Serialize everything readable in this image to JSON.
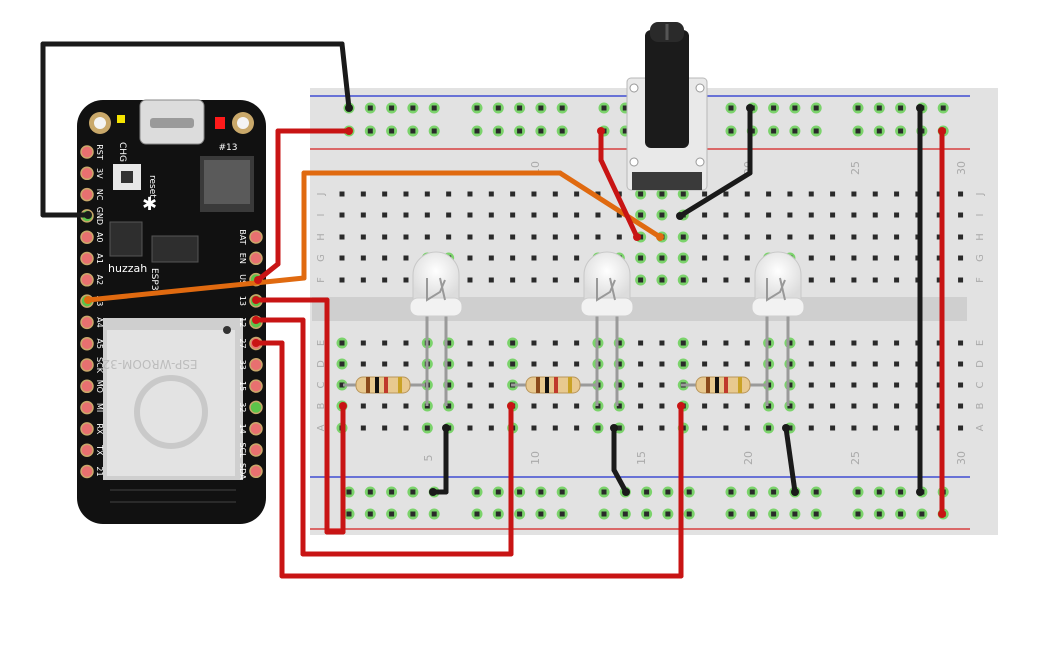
{
  "board": {
    "name": "huzzah",
    "sub": "ESP32",
    "module": "ESP-WROOM-32",
    "chg": "CHG",
    "reset": "reset",
    "led13": "#13",
    "left_pins": [
      "RST",
      "3V",
      "NC",
      "GND",
      "A0",
      "A1",
      "A2",
      "A3",
      "A4",
      "A5",
      "SCK",
      "MO",
      "MI",
      "RX",
      "TX",
      "21"
    ],
    "right_pins": [
      "BAT",
      "EN",
      "US",
      "13",
      "12",
      "27",
      "33",
      "15",
      "32",
      "14",
      "SCL",
      "SDA"
    ]
  },
  "breadboard": {
    "col_numbers": [
      "5",
      "10",
      "15",
      "20",
      "25",
      "30"
    ],
    "row_letters_top": [
      "J",
      "I",
      "H",
      "G",
      "F"
    ],
    "row_letters_bottom": [
      "E",
      "D",
      "C",
      "B",
      "A"
    ]
  },
  "colors": {
    "wire_red": "#c81414",
    "wire_black": "#1a1a1a",
    "wire_orange": "#e06a10",
    "rail_red": "#d52020",
    "rail_blue": "#2030d0",
    "hole_green": "#7bd36b",
    "board_pcb": "#111111"
  }
}
